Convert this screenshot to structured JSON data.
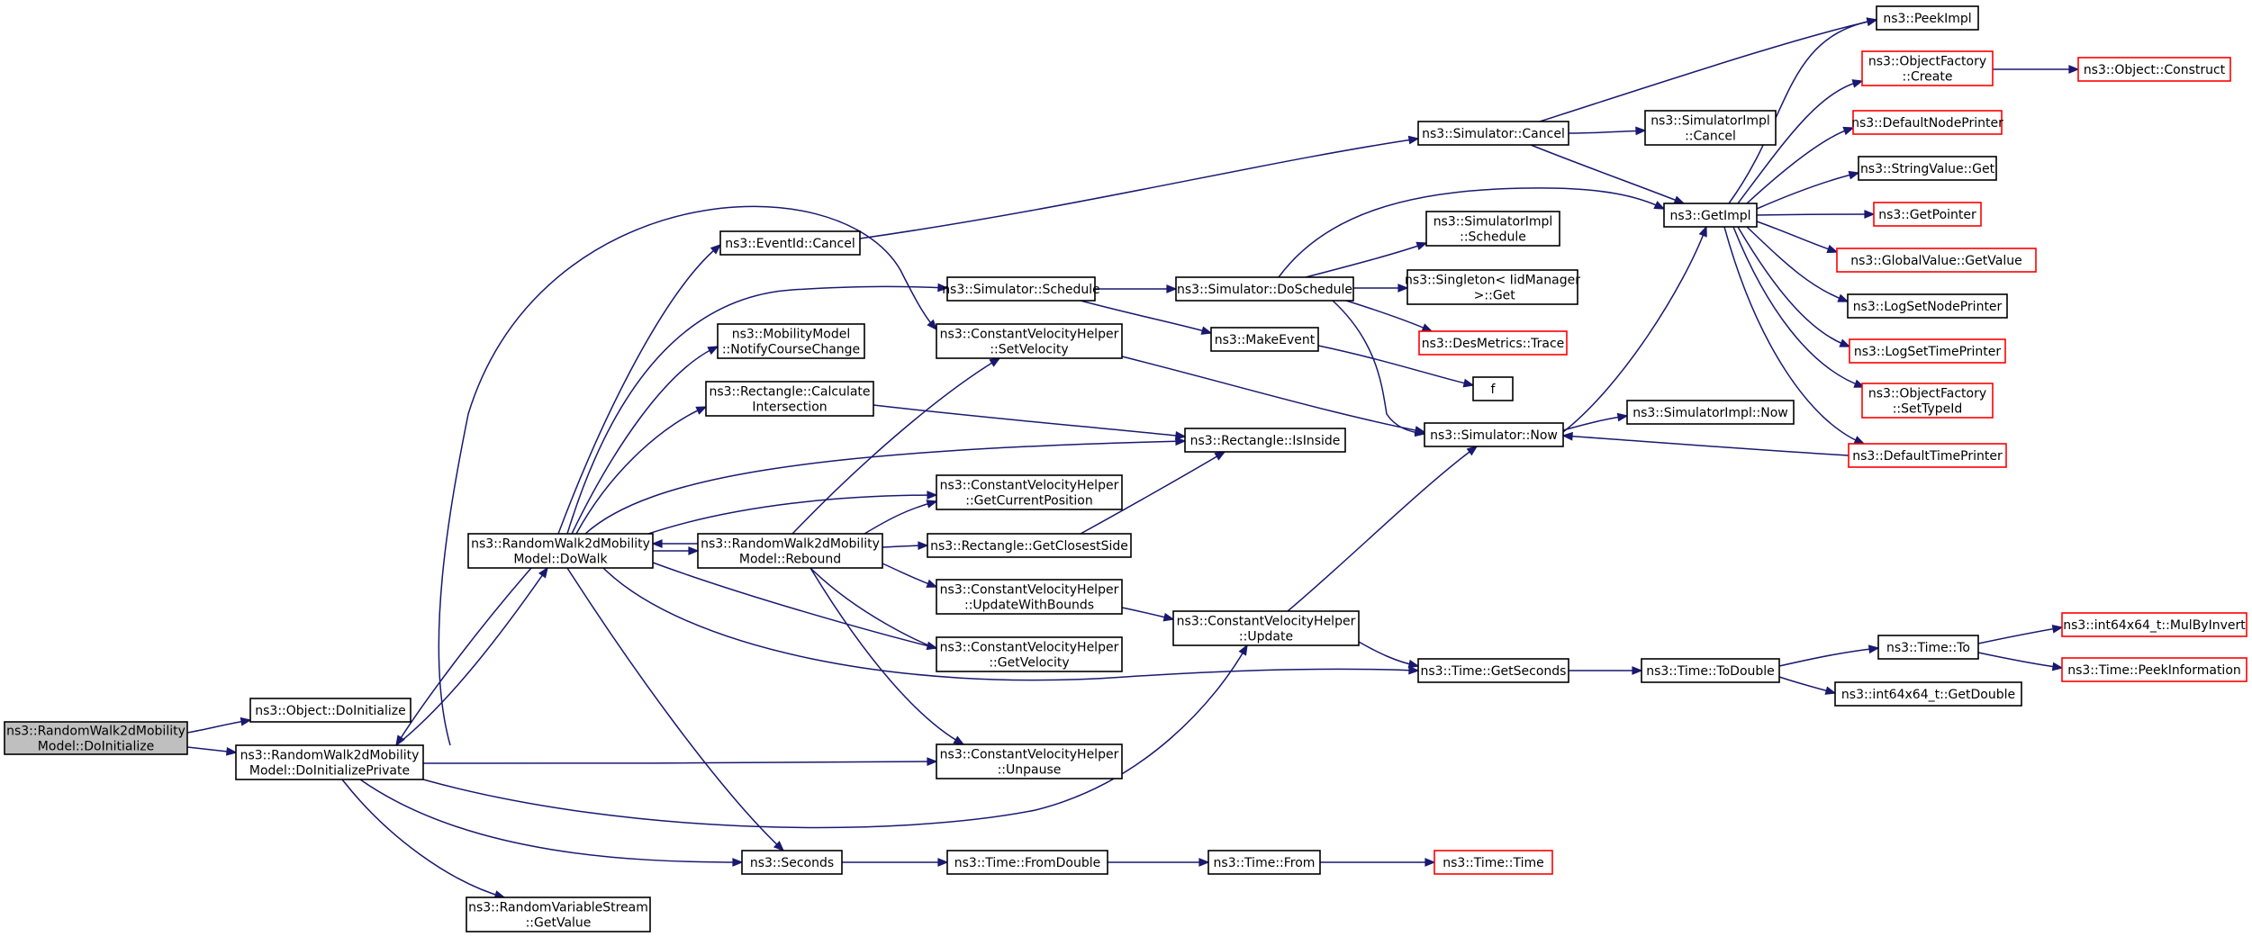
{
  "colors": {
    "edge": "#191970",
    "root_fill": "#bfbfbf",
    "node_border": "#000000",
    "truncated_border": "#ff0000",
    "text": "#000000"
  },
  "nodes": [
    {
      "id": "root",
      "lines": [
        "ns3::RandomWalk2dMobility",
        "Model::DoInitialize"
      ],
      "kind": "root"
    },
    {
      "id": "objdoinit",
      "lines": [
        "ns3::Object::DoInitialize"
      ],
      "kind": "normal"
    },
    {
      "id": "doinitpriv",
      "lines": [
        "ns3::RandomWalk2dMobility",
        "Model::DoInitializePrivate"
      ],
      "kind": "normal"
    },
    {
      "id": "dowalk",
      "lines": [
        "ns3::RandomWalk2dMobility",
        "Model::DoWalk"
      ],
      "kind": "normal"
    },
    {
      "id": "rebound",
      "lines": [
        "ns3::RandomWalk2dMobility",
        "Model::Rebound"
      ],
      "kind": "normal"
    },
    {
      "id": "rvsgetvalue",
      "lines": [
        "ns3::RandomVariableStream",
        "::GetValue"
      ],
      "kind": "normal"
    },
    {
      "id": "eventcancel",
      "lines": [
        "ns3::EventId::Cancel"
      ],
      "kind": "normal"
    },
    {
      "id": "notifycc",
      "lines": [
        "ns3::MobilityModel",
        "::NotifyCourseChange"
      ],
      "kind": "normal"
    },
    {
      "id": "calcint",
      "lines": [
        "ns3::Rectangle::Calculate",
        "Intersection"
      ],
      "kind": "normal"
    },
    {
      "id": "seconds",
      "lines": [
        "ns3::Seconds"
      ],
      "kind": "normal"
    },
    {
      "id": "schedule",
      "lines": [
        "ns3::Simulator::Schedule"
      ],
      "kind": "normal"
    },
    {
      "id": "setvel",
      "lines": [
        "ns3::ConstantVelocityHelper",
        "::SetVelocity"
      ],
      "kind": "normal"
    },
    {
      "id": "getcurpos",
      "lines": [
        "ns3::ConstantVelocityHelper",
        "::GetCurrentPosition"
      ],
      "kind": "normal"
    },
    {
      "id": "getclosest",
      "lines": [
        "ns3::Rectangle::GetClosestSide"
      ],
      "kind": "normal"
    },
    {
      "id": "updbounds",
      "lines": [
        "ns3::ConstantVelocityHelper",
        "::UpdateWithBounds"
      ],
      "kind": "normal"
    },
    {
      "id": "getvel",
      "lines": [
        "ns3::ConstantVelocityHelper",
        "::GetVelocity"
      ],
      "kind": "normal"
    },
    {
      "id": "unpause",
      "lines": [
        "ns3::ConstantVelocityHelper",
        "::Unpause"
      ],
      "kind": "normal"
    },
    {
      "id": "fromdouble",
      "lines": [
        "ns3::Time::FromDouble"
      ],
      "kind": "normal"
    },
    {
      "id": "doschedule",
      "lines": [
        "ns3::Simulator::DoSchedule"
      ],
      "kind": "normal"
    },
    {
      "id": "makeevent",
      "lines": [
        "ns3::MakeEvent"
      ],
      "kind": "normal"
    },
    {
      "id": "isinside",
      "lines": [
        "ns3::Rectangle::IsInside"
      ],
      "kind": "normal"
    },
    {
      "id": "cvhupdate",
      "lines": [
        "ns3::ConstantVelocityHelper",
        "::Update"
      ],
      "kind": "normal"
    },
    {
      "id": "timefrom",
      "lines": [
        "ns3::Time::From"
      ],
      "kind": "normal"
    },
    {
      "id": "simcancel",
      "lines": [
        "ns3::Simulator::Cancel"
      ],
      "kind": "normal"
    },
    {
      "id": "simimplsched",
      "lines": [
        "ns3::SimulatorImpl",
        "::Schedule"
      ],
      "kind": "normal"
    },
    {
      "id": "singleton",
      "lines": [
        "ns3::Singleton< IidManager",
        " >::Get"
      ],
      "kind": "normal"
    },
    {
      "id": "desmetrics",
      "lines": [
        "ns3::DesMetrics::Trace"
      ],
      "kind": "truncated"
    },
    {
      "id": "f",
      "lines": [
        "f"
      ],
      "kind": "normal"
    },
    {
      "id": "simnow",
      "lines": [
        "ns3::Simulator::Now"
      ],
      "kind": "normal"
    },
    {
      "id": "getseconds",
      "lines": [
        "ns3::Time::GetSeconds"
      ],
      "kind": "normal"
    },
    {
      "id": "timetime",
      "lines": [
        "ns3::Time::Time"
      ],
      "kind": "truncated"
    },
    {
      "id": "simimplcancel",
      "lines": [
        "ns3::SimulatorImpl",
        "::Cancel"
      ],
      "kind": "normal"
    },
    {
      "id": "simimplnow",
      "lines": [
        "ns3::SimulatorImpl::Now"
      ],
      "kind": "normal"
    },
    {
      "id": "todouble",
      "lines": [
        "ns3::Time::ToDouble"
      ],
      "kind": "normal"
    },
    {
      "id": "getimpl",
      "lines": [
        "ns3::GetImpl"
      ],
      "kind": "normal"
    },
    {
      "id": "timeto",
      "lines": [
        "ns3::Time::To"
      ],
      "kind": "normal"
    },
    {
      "id": "getdouble",
      "lines": [
        "ns3::int64x64_t::GetDouble"
      ],
      "kind": "normal"
    },
    {
      "id": "peekimpl",
      "lines": [
        "ns3::PeekImpl"
      ],
      "kind": "normal"
    },
    {
      "id": "ofcreate",
      "lines": [
        "ns3::ObjectFactory",
        "::Create"
      ],
      "kind": "truncated"
    },
    {
      "id": "defnodeprinter",
      "lines": [
        "ns3::DefaultNodePrinter"
      ],
      "kind": "truncated"
    },
    {
      "id": "stringget",
      "lines": [
        "ns3::StringValue::Get"
      ],
      "kind": "normal"
    },
    {
      "id": "getpointer",
      "lines": [
        "ns3::GetPointer"
      ],
      "kind": "truncated"
    },
    {
      "id": "gvgetvalue",
      "lines": [
        "ns3::GlobalValue::GetValue"
      ],
      "kind": "truncated"
    },
    {
      "id": "logsetnode",
      "lines": [
        "ns3::LogSetNodePrinter"
      ],
      "kind": "normal"
    },
    {
      "id": "logsettime",
      "lines": [
        "ns3::LogSetTimePrinter"
      ],
      "kind": "truncated"
    },
    {
      "id": "ofsettypeid",
      "lines": [
        "ns3::ObjectFactory",
        "::SetTypeId"
      ],
      "kind": "truncated"
    },
    {
      "id": "deftimeprinter",
      "lines": [
        "ns3::DefaultTimePrinter"
      ],
      "kind": "truncated"
    },
    {
      "id": "mulbyinvert",
      "lines": [
        "ns3::int64x64_t::MulByInvert"
      ],
      "kind": "truncated"
    },
    {
      "id": "peekinfo",
      "lines": [
        "ns3::Time::PeekInformation"
      ],
      "kind": "truncated"
    },
    {
      "id": "objconstruct",
      "lines": [
        "ns3::Object::Construct"
      ],
      "kind": "truncated"
    }
  ],
  "edges": [
    [
      "root",
      "objdoinit"
    ],
    [
      "root",
      "doinitpriv"
    ],
    [
      "doinitpriv",
      "dowalk"
    ],
    [
      "doinitpriv",
      "unpause"
    ],
    [
      "doinitpriv",
      "cvhupdate"
    ],
    [
      "doinitpriv",
      "seconds"
    ],
    [
      "doinitpriv",
      "rvsgetvalue"
    ],
    [
      "doinitpriv",
      "setvel"
    ],
    [
      "dowalk",
      "doinitpriv"
    ],
    [
      "dowalk",
      "eventcancel"
    ],
    [
      "dowalk",
      "schedule"
    ],
    [
      "dowalk",
      "notifycc"
    ],
    [
      "dowalk",
      "calcint"
    ],
    [
      "dowalk",
      "isinside"
    ],
    [
      "dowalk",
      "getcurpos"
    ],
    [
      "dowalk",
      "rebound"
    ],
    [
      "dowalk",
      "getvel"
    ],
    [
      "dowalk",
      "getseconds"
    ],
    [
      "dowalk",
      "seconds"
    ],
    [
      "rebound",
      "dowalk"
    ],
    [
      "rebound",
      "setvel"
    ],
    [
      "rebound",
      "getcurpos"
    ],
    [
      "rebound",
      "getclosest"
    ],
    [
      "rebound",
      "updbounds"
    ],
    [
      "rebound",
      "getvel"
    ],
    [
      "rebound",
      "unpause"
    ],
    [
      "eventcancel",
      "simcancel"
    ],
    [
      "schedule",
      "doschedule"
    ],
    [
      "schedule",
      "makeevent"
    ],
    [
      "setvel",
      "simnow"
    ],
    [
      "calcint",
      "isinside"
    ],
    [
      "getclosest",
      "isinside"
    ],
    [
      "updbounds",
      "cvhupdate"
    ],
    [
      "cvhupdate",
      "simnow"
    ],
    [
      "cvhupdate",
      "getseconds"
    ],
    [
      "seconds",
      "fromdouble"
    ],
    [
      "fromdouble",
      "timefrom"
    ],
    [
      "timefrom",
      "timetime"
    ],
    [
      "doschedule",
      "getimpl"
    ],
    [
      "doschedule",
      "simimplsched"
    ],
    [
      "doschedule",
      "singleton"
    ],
    [
      "doschedule",
      "desmetrics"
    ],
    [
      "doschedule",
      "simnow"
    ],
    [
      "makeevent",
      "f"
    ],
    [
      "simcancel",
      "peekimpl"
    ],
    [
      "simcancel",
      "simimplcancel"
    ],
    [
      "simcancel",
      "getimpl"
    ],
    [
      "simnow",
      "getimpl"
    ],
    [
      "simnow",
      "simimplnow"
    ],
    [
      "getseconds",
      "todouble"
    ],
    [
      "todouble",
      "timeto"
    ],
    [
      "todouble",
      "getdouble"
    ],
    [
      "timeto",
      "mulbyinvert"
    ],
    [
      "timeto",
      "peekinfo"
    ],
    [
      "getimpl",
      "peekimpl"
    ],
    [
      "getimpl",
      "ofcreate"
    ],
    [
      "getimpl",
      "defnodeprinter"
    ],
    [
      "getimpl",
      "stringget"
    ],
    [
      "getimpl",
      "getpointer"
    ],
    [
      "getimpl",
      "gvgetvalue"
    ],
    [
      "getimpl",
      "logsetnode"
    ],
    [
      "getimpl",
      "logsettime"
    ],
    [
      "getimpl",
      "ofsettypeid"
    ],
    [
      "getimpl",
      "deftimeprinter"
    ],
    [
      "deftimeprinter",
      "simnow"
    ],
    [
      "ofcreate",
      "objconstruct"
    ]
  ]
}
